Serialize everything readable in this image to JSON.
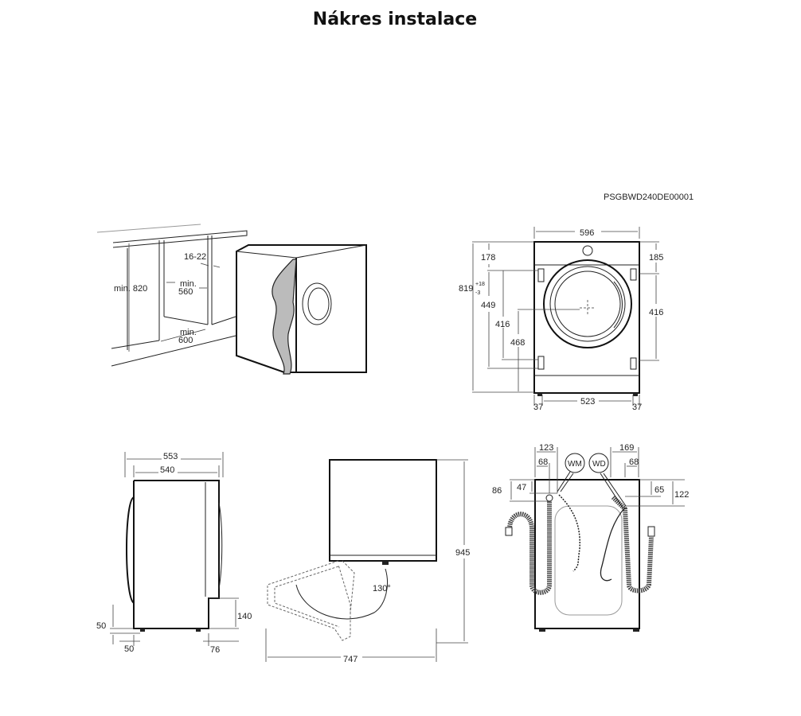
{
  "title": "Nákres instalace",
  "drawing_code": "PSGBWD240DE00001",
  "install_view": {
    "height": "min. 820",
    "gap": "16-22",
    "width_min": "min.",
    "width": "560",
    "depth_min": "min.",
    "depth": "600"
  },
  "front_view": {
    "width": "596",
    "top_left": "178",
    "top_right": "185",
    "height": "819",
    "height_tol_plus": "+18",
    "height_tol_minus": "-3",
    "hinge_span_left": "449",
    "hinge_center": "416",
    "door_center": "468",
    "hinge_span_right": "416",
    "foot_left": "37",
    "foot_span": "523",
    "foot_right": "37"
  },
  "side_view": {
    "depth_total": "553",
    "depth_body": "540",
    "foot_height": "50",
    "foot_offset": "50",
    "recess_height": "140",
    "recess_depth": "76"
  },
  "door_view": {
    "height": "945",
    "angle": "130°",
    "door_open_depth": "747"
  },
  "rear_view": {
    "inlet_offset": "123",
    "inlet_pipe": "68",
    "label_wm": "WM",
    "label_wd": "WD",
    "drain_offset": "169",
    "drain_pipe": "68",
    "inlet_height": "86",
    "inlet_pipe_height": "47",
    "drain_pipe_height": "65",
    "drain_height": "122"
  }
}
